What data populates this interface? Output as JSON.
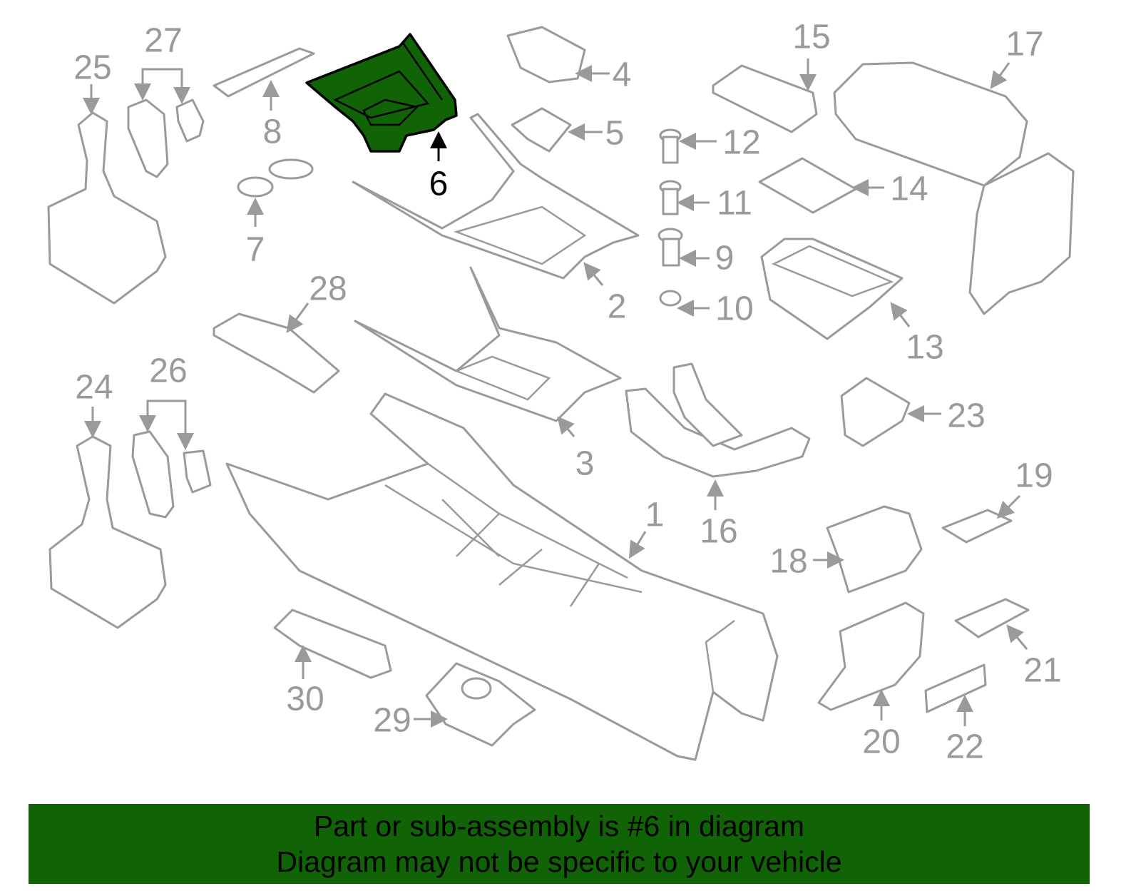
{
  "callouts": [
    "1",
    "2",
    "3",
    "4",
    "5",
    "6",
    "7",
    "8",
    "9",
    "10",
    "11",
    "12",
    "13",
    "14",
    "15",
    "16",
    "17",
    "18",
    "19",
    "20",
    "21",
    "22",
    "23",
    "24",
    "25",
    "26",
    "27",
    "28",
    "29",
    "30"
  ],
  "highlighted_part": "6",
  "colors": {
    "highlight": "#116405",
    "outline": "#9a9a9a"
  },
  "banner": {
    "line1": "Part or sub-assembly is #6 in diagram",
    "line2": "Diagram may not be specific to your vehicle"
  }
}
